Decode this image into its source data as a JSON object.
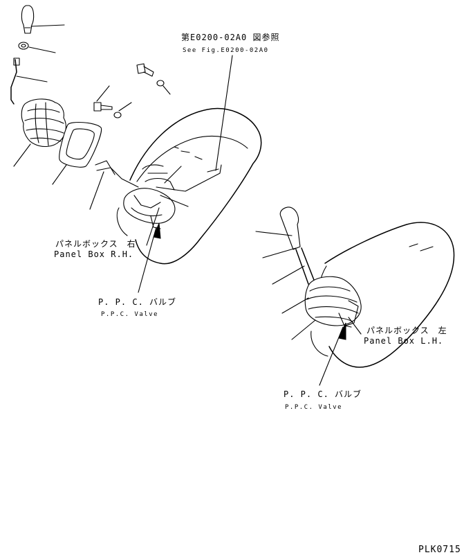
{
  "labels": {
    "ref_fig_jp": "第E0200-02A0 図参照",
    "ref_fig_en": "See Fig.E0200-02A0",
    "panel_rh_jp": "パネルボックス　右",
    "panel_rh_en": "Panel Box R.H.",
    "ppc_valve_jp_1": "P. P. C. バルブ",
    "ppc_valve_en_1": "P.P.C. Valve",
    "panel_lh_jp": "パネルボックス　左",
    "panel_lh_en": "Panel Box L.H.",
    "ppc_valve_jp_2": "P. P. C. バルブ",
    "ppc_valve_en_2": "P.P.C. Valve",
    "drawing_code": "PLK0715"
  }
}
